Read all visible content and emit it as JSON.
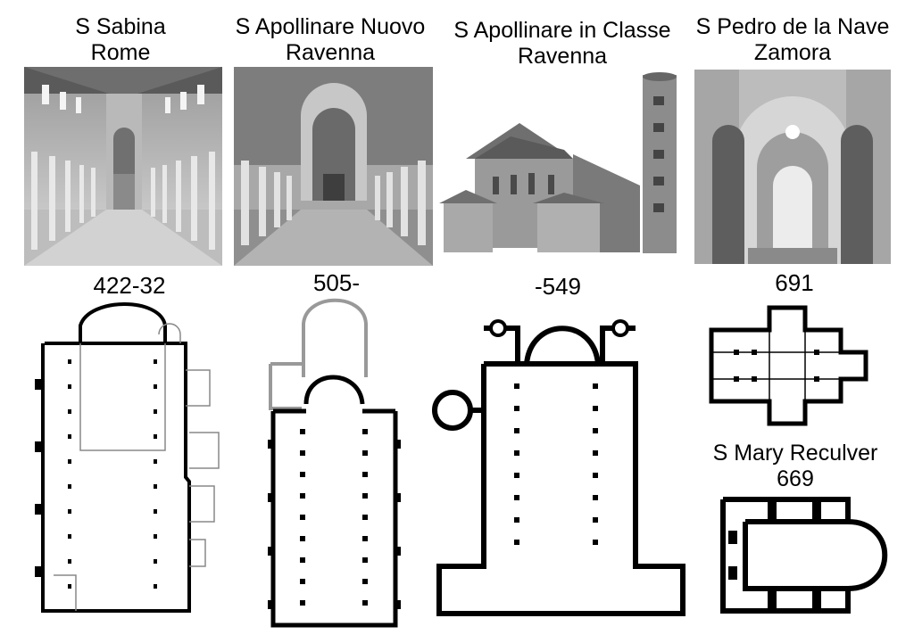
{
  "churches": [
    {
      "name": "S Sabina",
      "place": "Rome",
      "date": "422-32"
    },
    {
      "name": "S Apollinare Nuovo",
      "place": "Ravenna",
      "date": "505-"
    },
    {
      "name": "S Apollinare in Classe",
      "place": "Ravenna",
      "date": "-549"
    },
    {
      "name": "S Pedro de la Nave",
      "place": "Zamora",
      "date": "691"
    },
    {
      "name": "S Mary Reculver",
      "date": "669"
    }
  ]
}
